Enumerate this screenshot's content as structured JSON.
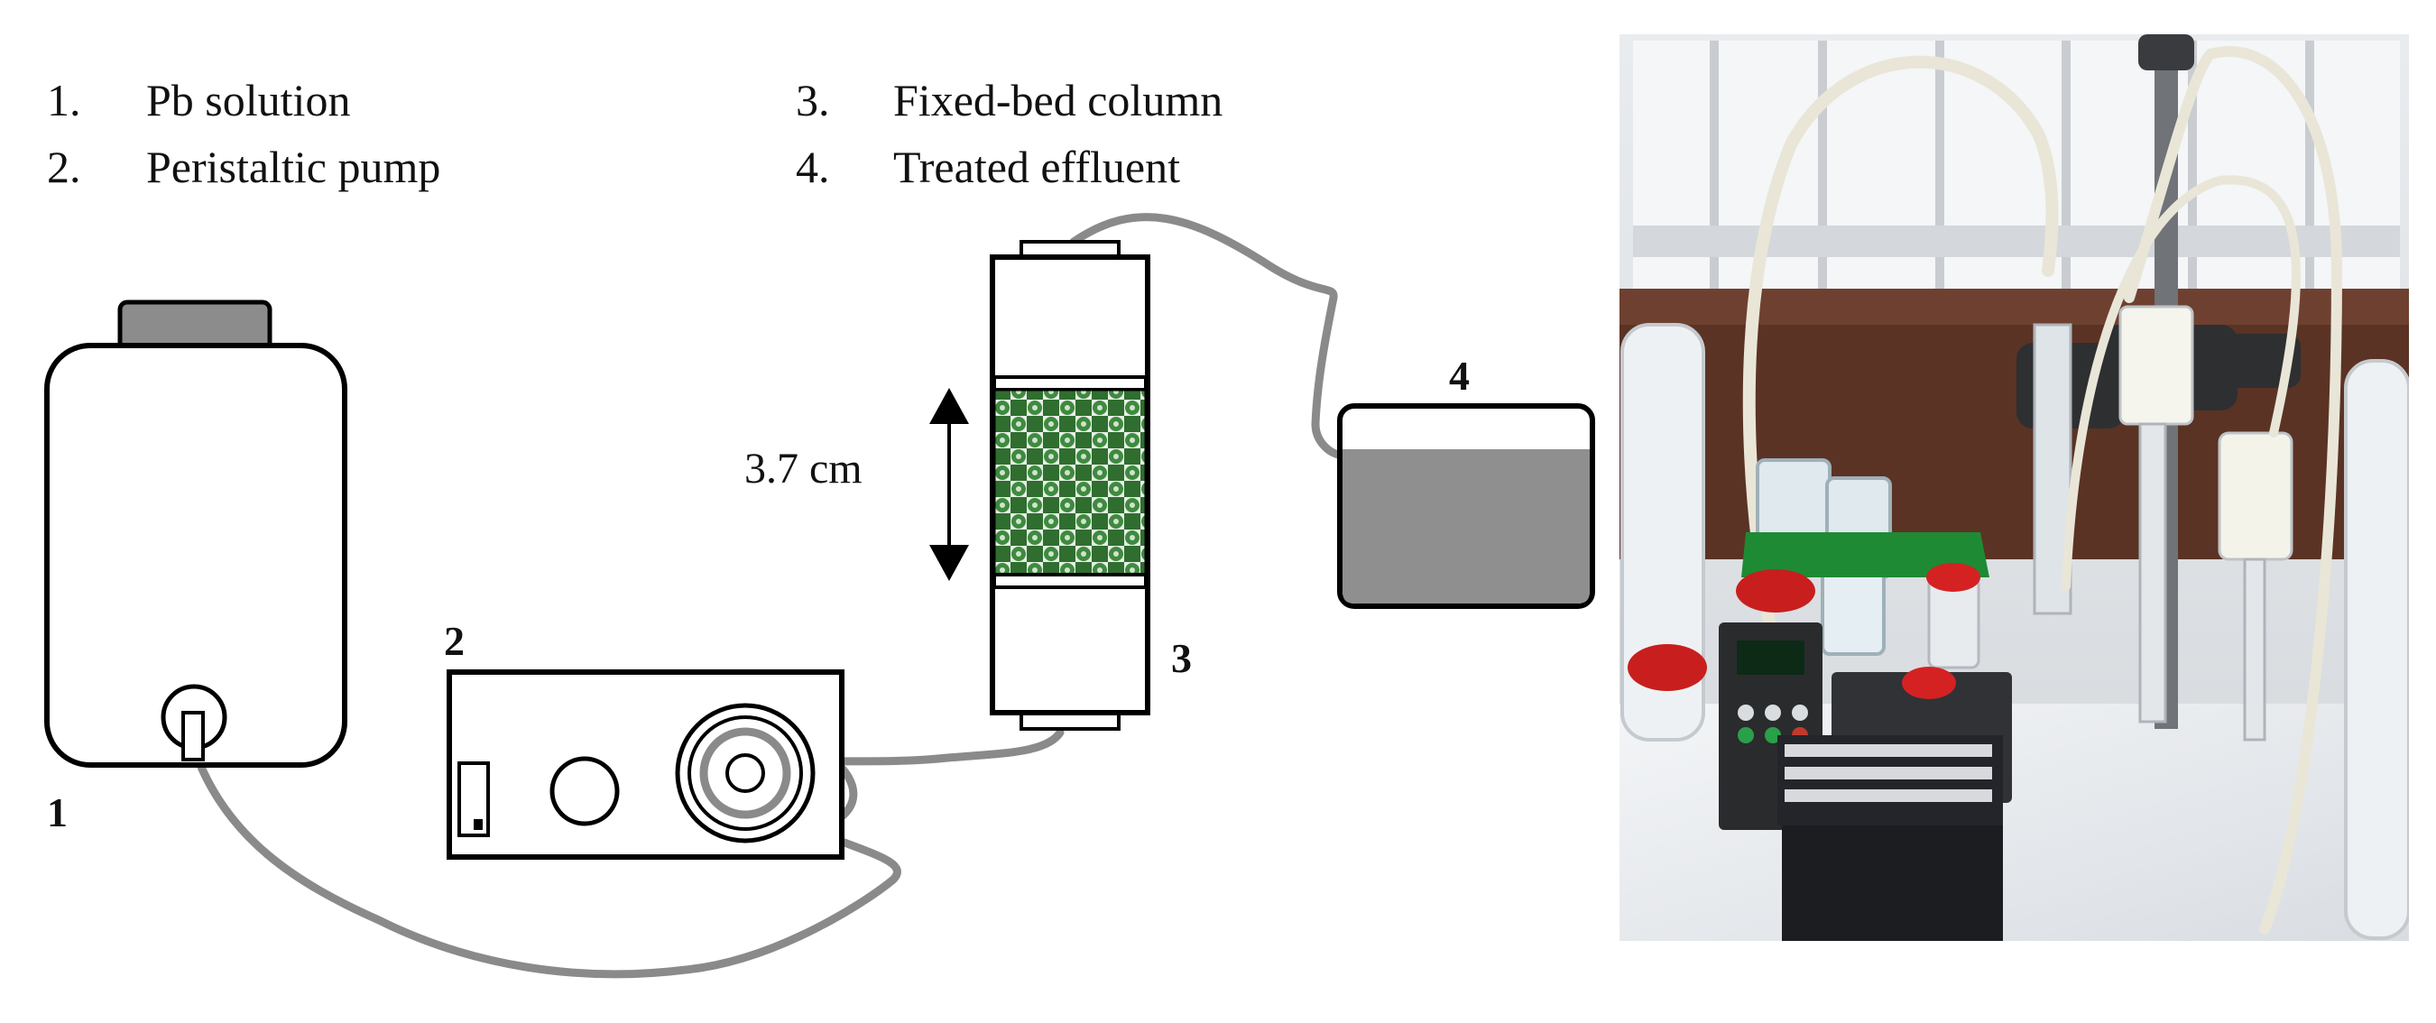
{
  "legend": {
    "items": [
      {
        "number": "1.",
        "text": "Pb solution"
      },
      {
        "number": "2.",
        "text": "Peristaltic pump"
      },
      {
        "number": "3.",
        "text": "Fixed-bed column"
      },
      {
        "number": "4.",
        "text": "Treated effluent"
      }
    ]
  },
  "components": {
    "bottle_label": "1",
    "pump_label": "2",
    "column_label": "3",
    "effluent_label": "4"
  },
  "column": {
    "bed_height": "3.7 cm"
  },
  "colors": {
    "line": "#000000",
    "tubing": "#8a8a8a",
    "cap": "#8c8c8c",
    "effluent_fill": "#8f8f8f",
    "bed_green": "#2f6e2f",
    "bed_light": "#e6efe6"
  }
}
